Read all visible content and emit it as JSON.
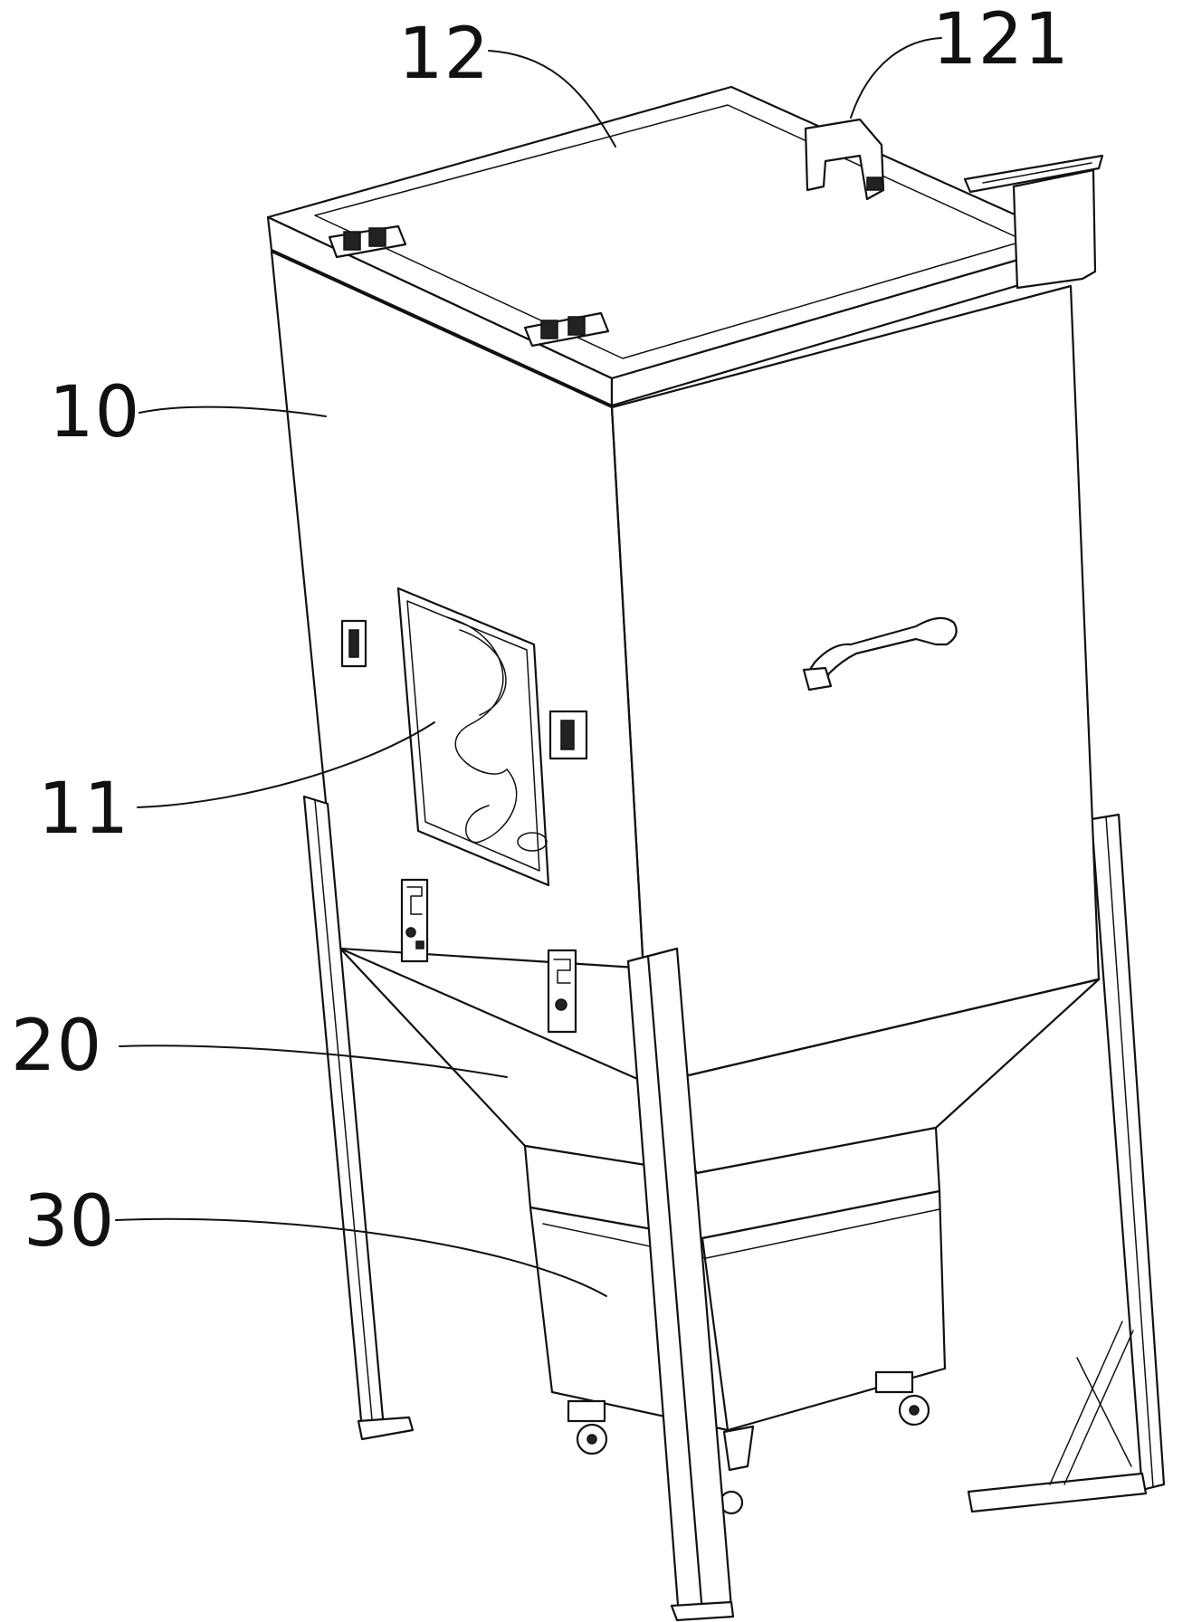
{
  "figure": {
    "labels": [
      {
        "id": "10",
        "text": "10"
      },
      {
        "id": "11",
        "text": "11"
      },
      {
        "id": "12",
        "text": "12"
      },
      {
        "id": "121",
        "text": "121"
      },
      {
        "id": "20",
        "text": "20"
      },
      {
        "id": "30",
        "text": "30"
      }
    ]
  },
  "colors": {
    "line": "#111111",
    "background": "#ffffff"
  }
}
